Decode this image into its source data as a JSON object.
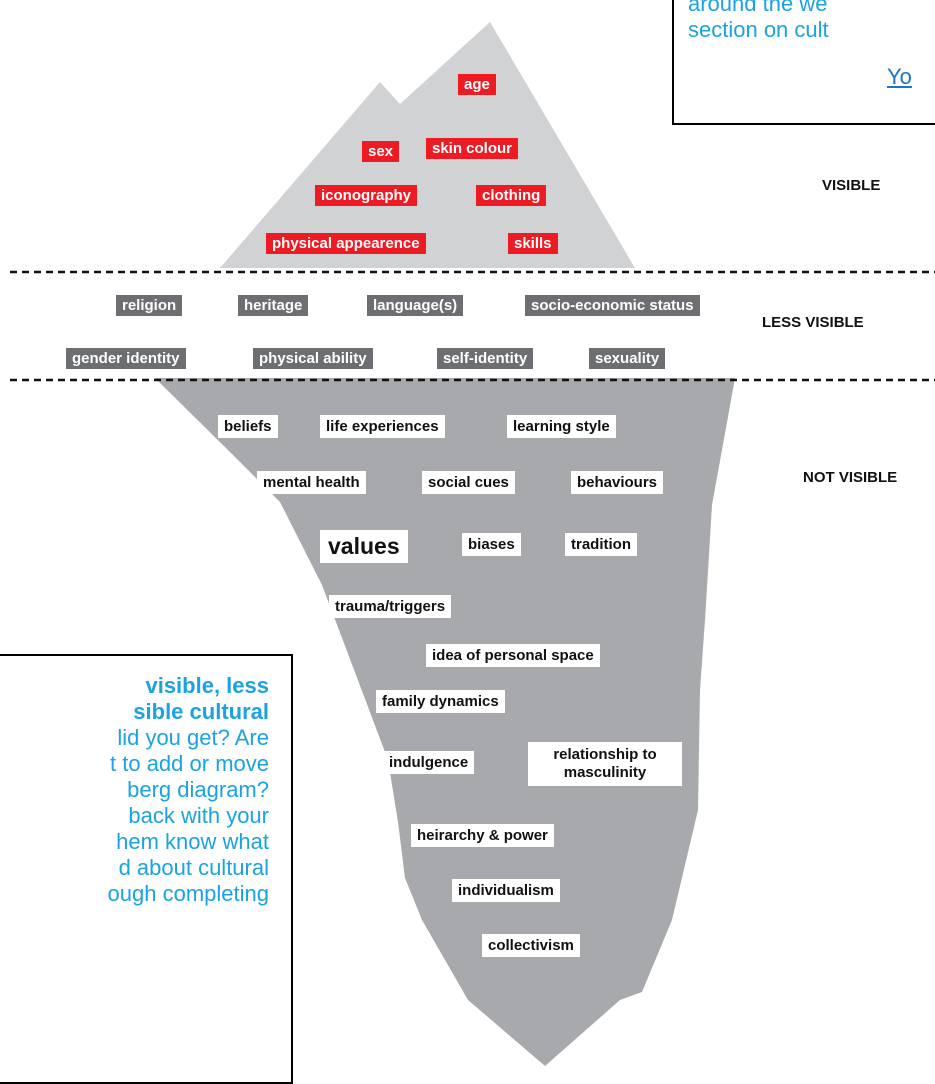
{
  "levels": {
    "visible": "VISIBLE",
    "less_visible": "LESS VISIBLE",
    "not_visible": "NOT VISIBLE"
  },
  "visible_tags": [
    "age",
    "sex",
    "skin colour",
    "iconography",
    "clothing",
    "physical appearence",
    "skills"
  ],
  "less_visible_tags": [
    "religion",
    "heritage",
    "language(s)",
    "socio-economic status",
    "gender identity",
    "physical ability",
    "self-identity",
    "sexuality"
  ],
  "not_visible_tags": [
    "beliefs",
    "life experiences",
    "learning style",
    "mental health",
    "social cues",
    "behaviours",
    "values",
    "biases",
    "tradition",
    "trauma/triggers",
    "idea of personal space",
    "family dynamics",
    "indulgence",
    "relationship to masculinity",
    "heirarchy & power",
    "individualism",
    "collectivism"
  ],
  "note_top": {
    "line1": "around the we",
    "line2": "section on cult",
    "link": "Yo"
  },
  "note_bottom": {
    "bold_lines": [
      "visible, less",
      "sible cultural"
    ],
    "lines": [
      "lid you get? Are",
      "t to add or move",
      "berg diagram?",
      "back with your",
      "hem know what",
      "d about cultural",
      "ough completing"
    ]
  },
  "colors": {
    "visible_tag": "#ed1c24",
    "less_visible_tag": "#6d6e71",
    "iceberg_top": "#d1d2d4",
    "iceberg_bottom": "#a7a9ac",
    "note_text": "#1aa3e0"
  }
}
